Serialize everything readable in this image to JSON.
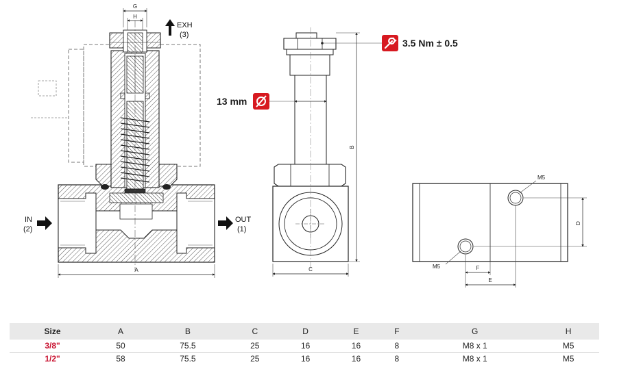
{
  "labels": {
    "exh": "EXH",
    "exh_port": "(3)",
    "in": "IN",
    "in_port": "(2)",
    "out": "OUT",
    "out_port": "(1)"
  },
  "dims": {
    "A": "A",
    "B": "B",
    "C": "C",
    "D": "D",
    "E": "E",
    "F": "F",
    "G": "G",
    "H": "H",
    "M5": "M5"
  },
  "specs": {
    "torque": "3.5 Nm ± 0.5",
    "diameter": "13 mm"
  },
  "icons": {
    "torque": "wrench-icon",
    "diameter": "diameter-icon"
  },
  "colors": {
    "accent": "#d71920",
    "size_text": "#c8102e",
    "header_bg": "#e9e9e9"
  },
  "table": {
    "headers": [
      "Size",
      "A",
      "B",
      "C",
      "D",
      "E",
      "F",
      "G",
      "H"
    ],
    "rows": [
      [
        "3/8\"",
        "50",
        "75.5",
        "25",
        "16",
        "16",
        "8",
        "M8 x 1",
        "M5"
      ],
      [
        "1/2\"",
        "58",
        "75.5",
        "25",
        "16",
        "16",
        "8",
        "M8 x 1",
        "M5"
      ]
    ]
  }
}
